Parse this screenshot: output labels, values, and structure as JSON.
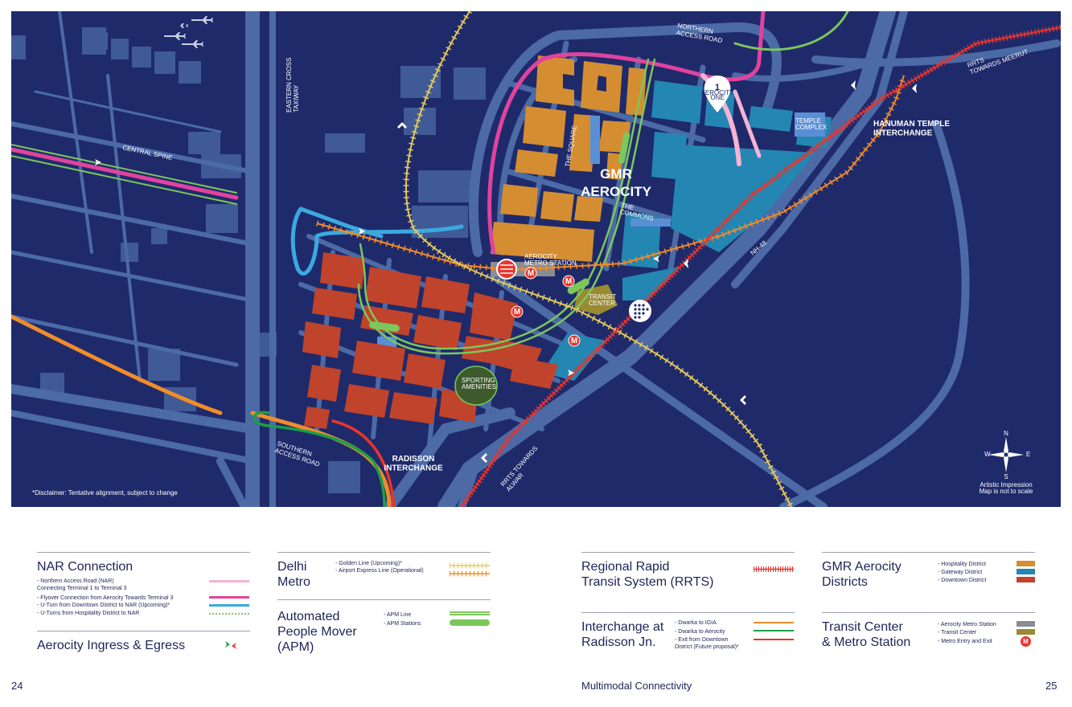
{
  "map": {
    "labels": {
      "northern_access_road": "NORTHERN\nACCESS ROAD",
      "eastern_cross_taxiway": "EASTERN CROSS\nTAXIWAY",
      "central_spine": "CENTRAL SPINE",
      "rrts_meerut": "RRTS\nTOWARDS MEERUT",
      "hanuman_temple": "HANUMAN TEMPLE\nINTERCHANGE",
      "temple_complex": "TEMPLE\nCOMPLEX",
      "the_square": "THE SQUARE",
      "gmr_aerocity_1": "GMR",
      "gmr_aerocity_2": "AEROCITY",
      "the_commons": "THE\nCOMMONS",
      "nh48": "NH-48",
      "aerocity_metro_station": "AEROCITY\nMETRO STATION",
      "transit_center": "TRANSIT\nCENTER",
      "sporting_amenities": "SPORTING\nAMENITIES",
      "southern_access_road": "SOUTHERN\nACCESS ROAD",
      "radisson_interchange": "RADISSON\nINTERCHANGE",
      "rrts_alwar": "RRTS TOWARDS\nALWAR",
      "aerocity_one_num": "1",
      "aerocity_one": "AEROCITY\nONE",
      "compass_n": "N",
      "compass_s": "S",
      "compass_e": "E",
      "compass_w": "W",
      "metro_m": "M",
      "disclaimer": "*Disclaimer: Tentative alignment, subject to change",
      "artistic": "Artistic Impression\nMap is not to scale"
    },
    "colors": {
      "background": "#1f2a6b",
      "road": "#4b6aa6",
      "hospitality": "#d48e31",
      "gateway": "#2486b2",
      "downtown": "#c0432b",
      "nar_pink_light": "#f6b3d3",
      "nar_magenta": "#e0439d",
      "nar_blue": "#3ba9e0",
      "apm_green": "#7cc75b",
      "golden_line": "#e6c95a",
      "airport_express": "#f08c2a",
      "rrts_red": "#e8352c",
      "radisson_orange": "#f08c2a",
      "radisson_green": "#1a9f48",
      "radisson_red": "#e8352c",
      "transit_center": "#9a8a34",
      "metro_station": "#8a8c94",
      "sporting": "#3e5a2c"
    }
  },
  "legend": {
    "nar": {
      "title": "NAR Connection",
      "items": [
        "- Northern Access Road (NAR)\n  Connecting Terminal 1 to Terminal 3",
        "- Flyover Connection from Aerocity Towards Terminal 3",
        "- U-Turn from Downtown District to NAR (Upcoming)*",
        "- U-Turns from Hospitality District to NAR"
      ]
    },
    "ingress": {
      "title": "Aerocity Ingress & Egress"
    },
    "metro": {
      "title": "Delhi\nMetro",
      "items": [
        "- Golden Line (Upcoming)*",
        "- Airport Express Line (Operational)"
      ]
    },
    "apm": {
      "title": "Automated\nPeople Mover\n(APM)",
      "items": [
        "- APM Line",
        "- APM Stations"
      ]
    },
    "rrts": {
      "title": "Regional Rapid\nTransit System (RRTS)"
    },
    "radisson": {
      "title": "Interchange at\nRadisson Jn.",
      "items": [
        "- Dwarka to IGIA",
        "- Dwarka to Aerocity",
        "- Exit from Downtown\n  District (Future proposal)*"
      ]
    },
    "districts": {
      "title": "GMR Aerocity\nDistricts",
      "items": [
        "- Hospitality District",
        "- Gateway District",
        "- Downtown District"
      ]
    },
    "transit": {
      "title": "Transit Center\n& Metro Station",
      "items": [
        "- Aerocity Metro Station",
        "- Transit Center",
        "- Metro Entry and Exit"
      ],
      "metro_symbol": "M"
    }
  },
  "footer": {
    "page_left": "24",
    "page_right": "25",
    "section_title": "Multimodal Connectivity"
  }
}
